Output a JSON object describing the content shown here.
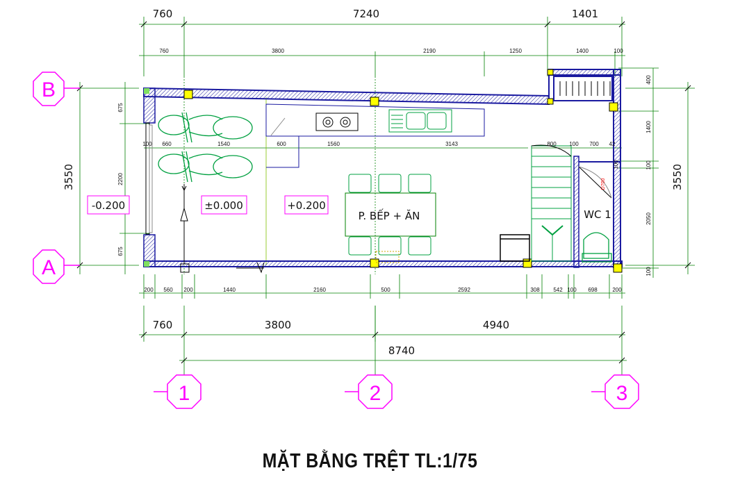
{
  "title": "MẶT BẰNG TRỆT TL:1/75",
  "grid": {
    "rows": [
      "B",
      "A"
    ],
    "cols": [
      "1",
      "2",
      "3"
    ]
  },
  "dims": {
    "top_major": [
      "760",
      "7240",
      "1401"
    ],
    "top_minor": [
      "760",
      "3800",
      "2190",
      "1250",
      "1400",
      "100"
    ],
    "bottom_minor": [
      "200",
      "560",
      "200",
      "1440",
      "2160",
      "500",
      "2592",
      "308",
      "542",
      "100",
      "698",
      "200"
    ],
    "bottom_major": [
      "760",
      "3800",
      "4940"
    ],
    "bottom_total": "8740",
    "left_major": "3550",
    "right_major": "3550",
    "left_minor": [
      "675",
      "2200",
      "675"
    ],
    "right_minor": [
      "400",
      "1400",
      "100",
      "2050",
      "100"
    ],
    "interior_row": [
      "100",
      "660",
      "1540",
      "600",
      "1560",
      "3143"
    ],
    "interior_right": [
      "800",
      "100",
      "700",
      "42",
      "100"
    ]
  },
  "levels": {
    "outside": "-0.200",
    "garage": "±0.000",
    "kitchen": "+0.200"
  },
  "rooms": {
    "kitchen": "P. BẾP + ĂN",
    "wc": "WC 1"
  },
  "door_tag": "D700",
  "colors": {
    "wall": "#1a1aa0",
    "grid_bubble": "#ff00ff",
    "dimension": "#008000",
    "fixture": "#00a040",
    "column": "#ffff00",
    "column_outline": "#000000"
  }
}
